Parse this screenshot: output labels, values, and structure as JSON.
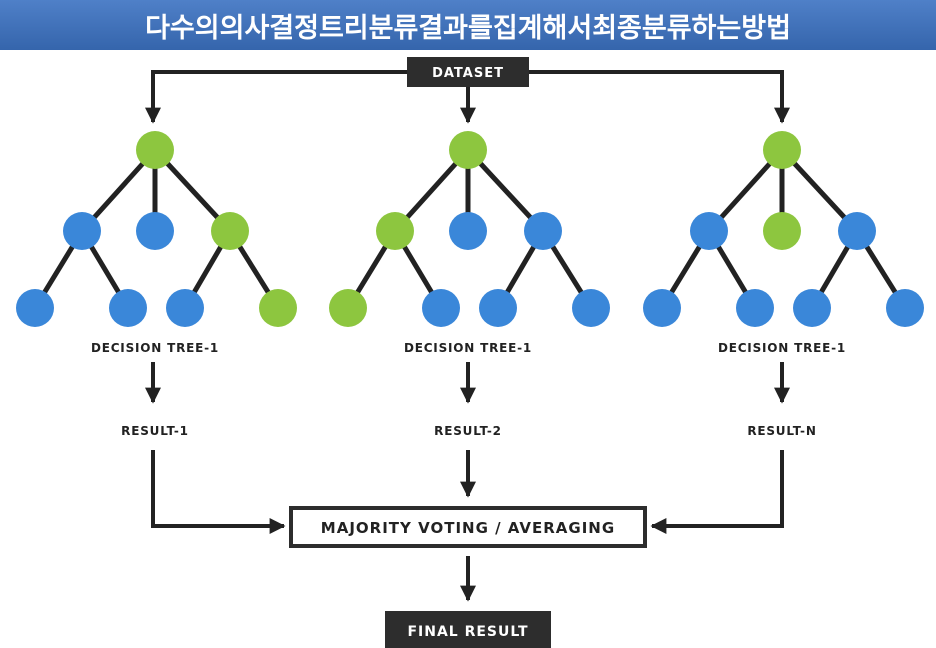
{
  "title": "다수의의사결정트리분류결과를집계해서최종분류하는방법",
  "dataset_label": "DATASET",
  "voting_label": "MAJORITY VOTING / AVERAGING",
  "final_label": "FINAL RESULT",
  "colors": {
    "green": "#8dc63f",
    "blue": "#3a87d9",
    "line": "#222222",
    "box": "#2d2d2d",
    "title_bar": "#3d6eb6"
  },
  "trees": [
    {
      "label": "DECISION TREE-1",
      "result": "RESULT-1",
      "node_colors": [
        "green",
        "blue",
        "blue",
        "green",
        "blue",
        "blue",
        "blue",
        "green"
      ]
    },
    {
      "label": "DECISION TREE-1",
      "result": "RESULT-2",
      "node_colors": [
        "green",
        "green",
        "blue",
        "blue",
        "green",
        "blue",
        "blue",
        "blue"
      ]
    },
    {
      "label": "DECISION TREE-1",
      "result": "RESULT-N",
      "node_colors": [
        "green",
        "blue",
        "green",
        "blue",
        "blue",
        "blue",
        "blue",
        "blue"
      ]
    }
  ]
}
